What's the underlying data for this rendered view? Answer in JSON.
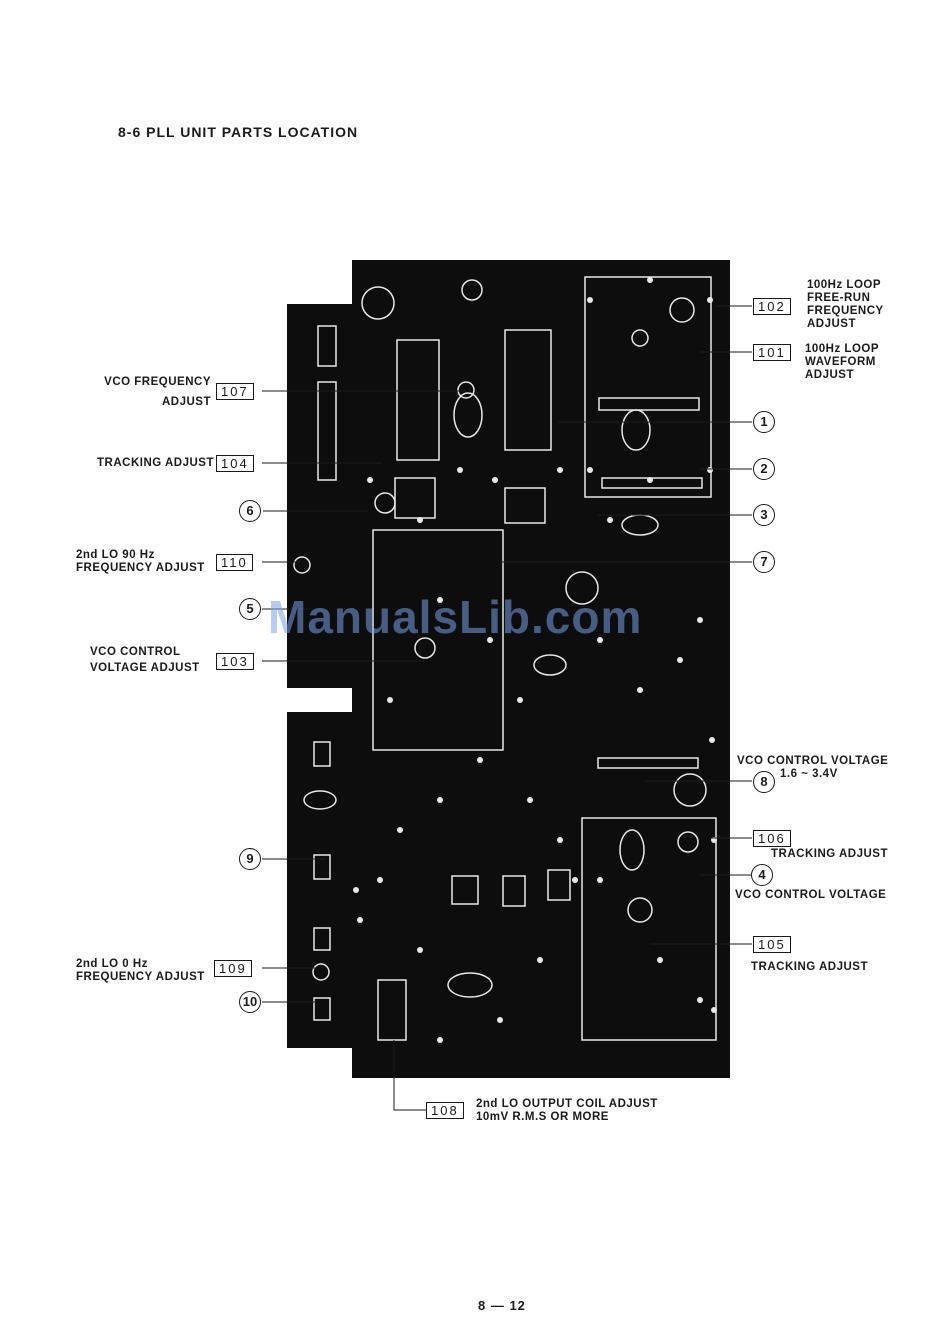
{
  "title": "8-6  PLL UNIT PARTS LOCATION",
  "page_number": "8 — 12",
  "watermark": "ManualsLib.com",
  "colors": {
    "board": "#0d0d0d",
    "ink": "#1a1a1a",
    "watermark": "#7aa0e6"
  },
  "adjust_points": {
    "p102": {
      "id": "102",
      "text": [
        "100Hz LOOP",
        "FREE-RUN",
        "FREQUENCY",
        "ADJUST"
      ]
    },
    "p101": {
      "id": "101",
      "text": [
        "100Hz LOOP",
        "WAVEFORM",
        "ADJUST"
      ]
    },
    "p107": {
      "id": "107",
      "text": [
        "VCO FREQUENCY",
        "ADJUST"
      ]
    },
    "p104": {
      "id": "104",
      "text": [
        "TRACKING ADJUST"
      ]
    },
    "p110": {
      "id": "110",
      "text": [
        "2nd LO 90 Hz",
        "FREQUENCY ADJUST"
      ]
    },
    "p103": {
      "id": "103",
      "text": [
        "VCO CONTROL",
        "VOLTAGE ADJUST"
      ]
    },
    "p106": {
      "id": "106",
      "text": [
        "TRACKING ADJUST"
      ]
    },
    "p105": {
      "id": "105",
      "text": [
        "TRACKING ADJUST"
      ]
    },
    "p109": {
      "id": "109",
      "text": [
        "2nd LO 0 Hz",
        "FREQUENCY ADJUST"
      ]
    },
    "p108": {
      "id": "108",
      "text": [
        "2nd LO OUTPUT COIL ADJUST",
        "10mV R.M.S OR MORE"
      ]
    }
  },
  "test_points": {
    "tp1": "1",
    "tp2": "2",
    "tp3": "3",
    "tp4": "4",
    "tp5": "5",
    "tp6": "6",
    "tp7": "7",
    "tp8": "8",
    "tp9": "9",
    "tp10": "10"
  },
  "notes": {
    "tp8": [
      "VCO CONTROL VOLTAGE",
      "1.6 ~ 3.4V"
    ],
    "tp4": [
      "VCO CONTROL VOLTAGE"
    ]
  }
}
